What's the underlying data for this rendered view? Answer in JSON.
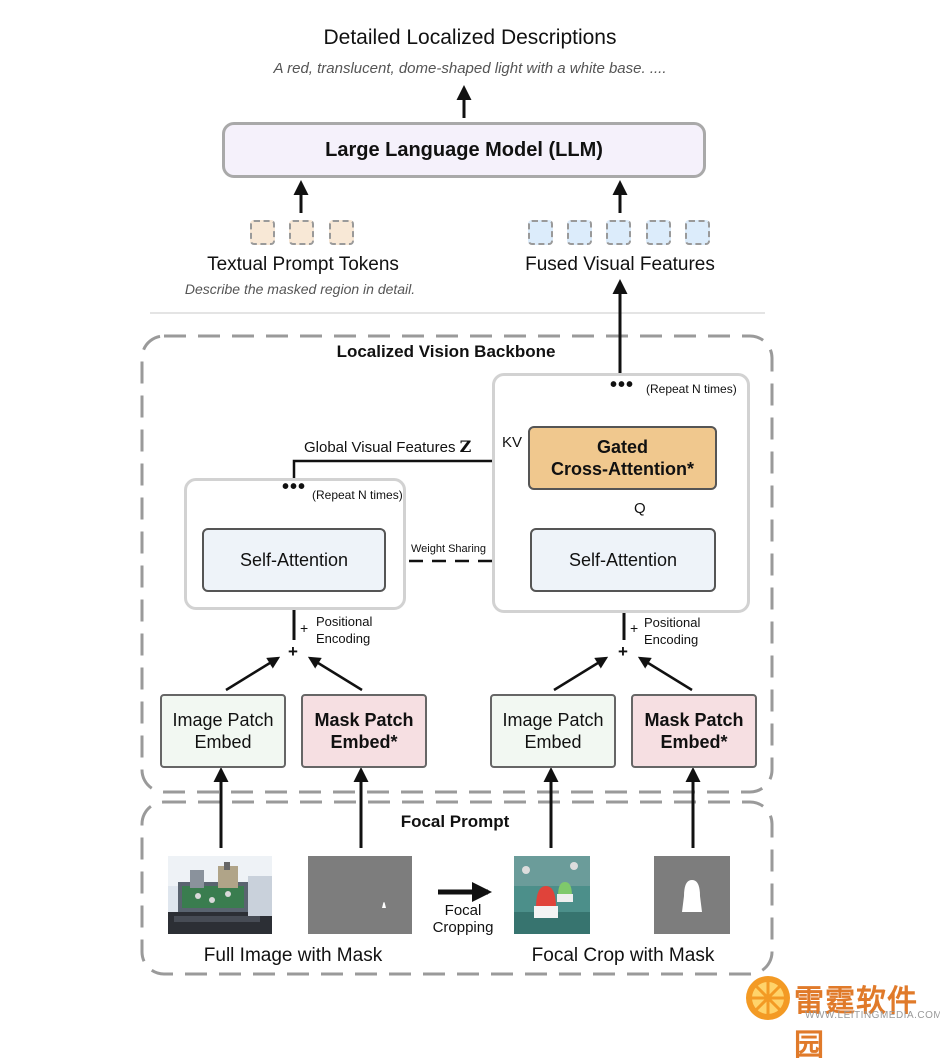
{
  "header": {
    "title": "Detailed Localized Descriptions",
    "example": "A red, translucent, dome-shaped light with a white base. ...."
  },
  "llm": {
    "label": "Large Language Model (LLM)"
  },
  "tokens": {
    "textual_label": "Textual Prompt Tokens",
    "textual_example": "Describe the masked region in detail.",
    "visual_label": "Fused Visual Features"
  },
  "backbone": {
    "title": "Localized Vision Backbone",
    "global_features_label": "Global Visual Features",
    "global_features_symbol": "Z",
    "kv_label": "KV",
    "q_label": "Q",
    "gated_cross_attention_line1": "Gated",
    "gated_cross_attention_line2": "Cross-Attention*",
    "repeat_label_left": "(Repeat N times)",
    "repeat_label_right": "(Repeat N times)",
    "weight_sharing": "Weight Sharing",
    "self_attention_left": "Self-Attention",
    "self_attention_right": "Self-Attention",
    "positional_line1": "Positional",
    "positional_line2": "Encoding",
    "plus": "+",
    "image_patch_line1": "Image Patch",
    "image_patch_line2": "Embed",
    "mask_patch_line1": "Mask Patch",
    "mask_patch_line2": "Embed*"
  },
  "focal": {
    "title": "Focal Prompt",
    "full_image_label": "Full Image with Mask",
    "focal_crop_label": "Focal Crop with Mask",
    "cropping_line1": "Focal",
    "cropping_line2": "Cropping"
  },
  "watermark": {
    "name": "雷霆软件园",
    "url": "WWW.LEITINGMEDIA.COM"
  },
  "colors": {
    "llm_fill": "#f5f1fb",
    "gated_fill": "#f0c88e",
    "self_attention_fill": "#eef3f9",
    "image_patch_fill": "#f2f8f2",
    "mask_patch_fill": "#f6dfe2",
    "text_token_fill": "#f8e8d6",
    "visual_token_fill": "#dcecfb"
  }
}
